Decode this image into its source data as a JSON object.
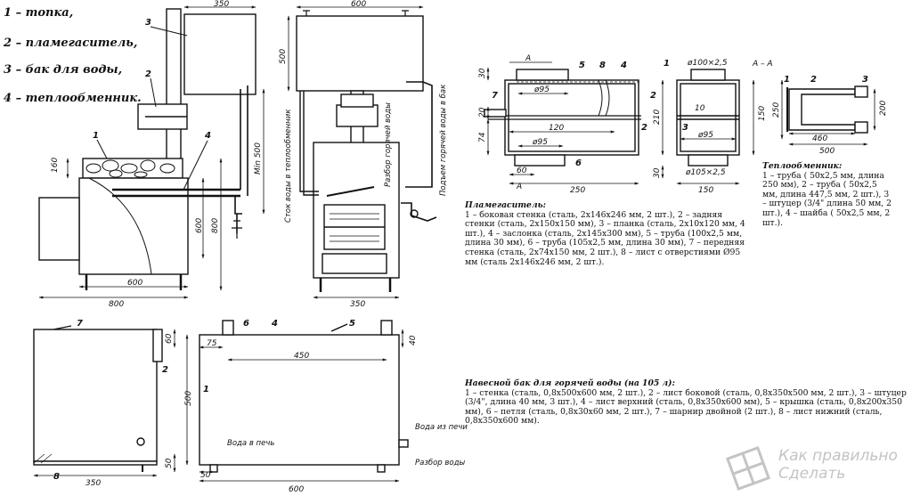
{
  "legend": [
    {
      "key": "1",
      "text": "1 – топка,"
    },
    {
      "key": "2",
      "text": "2 – пламегаситель,"
    },
    {
      "key": "3",
      "text": "3 – бак для воды,"
    },
    {
      "key": "4",
      "text": "4 – теплообменник."
    }
  ],
  "dims": {
    "d350a": "350",
    "d600a": "600",
    "d500a": "500",
    "d160": "160",
    "d600b": "600",
    "d800a": "800",
    "d600c": "600",
    "d800b": "800",
    "dmin500": "Min 500",
    "d350b": "350",
    "d30": "30",
    "d20": "20",
    "d74": "74",
    "d95a": "ø95",
    "d120": "120",
    "d95b": "ø95",
    "d60": "60",
    "d250": "250",
    "d210": "210",
    "d10": "10",
    "d150": "150",
    "d1002": "ø100×2,5",
    "d1052": "ø105×2,5",
    "d150b": "150",
    "d30b": "30",
    "dA": "A",
    "dAA": "A – A",
    "d460": "460",
    "d500b": "500",
    "d200": "200",
    "d60t": "60",
    "d75": "75",
    "d450": "450",
    "d40": "40",
    "d500t": "500",
    "d50a": "50",
    "d350c": "350",
    "d50b": "50",
    "d600d": "600"
  },
  "labels": {
    "n1": "1",
    "n2": "2",
    "n3": "3",
    "n4": "4",
    "f1": "1",
    "f2": "2",
    "f3": "3",
    "f4": "4",
    "f5": "5",
    "f6": "6",
    "f7": "7",
    "f8": "8",
    "a1": "1",
    "a2": "2",
    "a3": "3",
    "h1": "1",
    "h2": "2",
    "h3": "3",
    "t1": "1",
    "t2": "2",
    "t4": "4",
    "t5": "5",
    "t6": "6",
    "t7": "7",
    "t8": "8"
  },
  "vlabels": {
    "stock": "Сток воды в теплообменник",
    "razbor": "Разбор горячей воды",
    "podem": "Подъем горячей воды в бак",
    "voda_pech": "Вода в печь",
    "voda_iz": "Вода из печи",
    "razbor2": "Разбор воды"
  },
  "captions": {
    "plame": {
      "title": "Пламегаситель:",
      "body": "1 – боковая стенка (сталь, 2х146х246 мм, 2 шт.), 2 – задняя стенки (сталь, 2х150х150 мм), 3 – планка (сталь, 2х10х120 мм, 4 шт.), 4 – заслонка (сталь, 2х145х300 мм), 5 – труба (100х2,5 мм, длина 30 мм), 6 – труба (105х2,5 мм, длина 30 мм), 7 – передняя стенка (сталь, 2х74х150 мм, 2 шт.), 8 – лист с отверстиями Ø95 мм (сталь 2х146х246 мм, 2 шт.)."
    },
    "teplo": {
      "title": "Теплообменник:",
      "body": "1 – труба ( 50х2,5 мм, длина 250 мм), 2 – труба ( 50х2,5 мм, длина 447,5 мм, 2 шт.), 3 – штуцер (3/4\" длина 50 мм, 2 шт.), 4 – шайба ( 50х2,5 мм, 2 шт.)."
    },
    "bak": {
      "title": "Навесной бак для горячей воды (на 105 л):",
      "body": "1 – стенка (сталь, 0,8х500х600 мм, 2 шт.), 2 – лист боковой (сталь, 0,8х350х500 мм, 2 шт.), 3 – штуцер (3/4\", длина 40 мм, 3 шт.), 4 – лист верхний (сталь, 0,8х350х600 мм), 5 – крышка (сталь, 0,8х200х350 мм), 6 – петля (сталь, 0,8х30х60 мм, 2 шт.), 7 – шарнир двойной (2 шт.), 8 – лист нижний (сталь, 0,8х350х600 мм)."
    }
  },
  "watermark": {
    "line1": "Как правильно",
    "line2": "Сделать"
  }
}
